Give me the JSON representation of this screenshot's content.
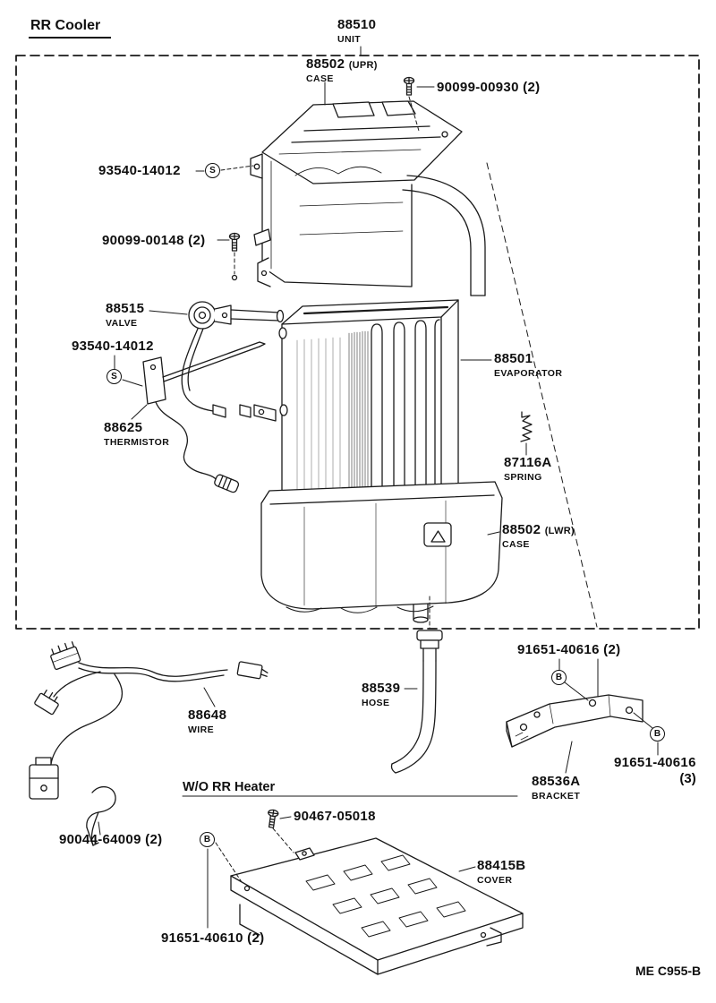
{
  "page": {
    "title": "RR Cooler",
    "heater_heading": "W/O RR Heater",
    "doc_code": "ME C955-B"
  },
  "parts": {
    "unit": {
      "num": "88510",
      "name": "UNIT"
    },
    "case_upper": {
      "num": "88502",
      "qualifier": "(UPR)",
      "name": "CASE"
    },
    "screw_case_top": {
      "num": "90099-00930 (2)"
    },
    "clip_case": {
      "num": "93540-14012",
      "symbol": "S"
    },
    "screw_case_side": {
      "num": "90099-00148 (2)"
    },
    "valve": {
      "num": "88515",
      "name": "VALVE"
    },
    "clip_valve": {
      "num": "93540-14012",
      "symbol": "S"
    },
    "thermistor": {
      "num": "88625",
      "name": "THERMISTOR"
    },
    "evaporator": {
      "num": "88501",
      "name": "EVAPORATOR"
    },
    "spring": {
      "num": "87116A",
      "name": "SPRING"
    },
    "case_lower": {
      "num": "88502",
      "qualifier": "(LWR)",
      "name": "CASE"
    },
    "bolt_bracket_a": {
      "num": "91651-40616 (2)",
      "symbol": "B"
    },
    "hose": {
      "num": "88539",
      "name": "HOSE"
    },
    "wire": {
      "num": "88648",
      "name": "WIRE"
    },
    "bolt_bracket_b": {
      "num": "91651-40616",
      "qty": "(3)",
      "symbol": "B"
    },
    "bracket": {
      "num": "88536A",
      "name": "BRACKET"
    },
    "screw_cover": {
      "num": "90467-05018"
    },
    "clamp": {
      "num": "90044-64009 (2)"
    },
    "cover": {
      "num": "88415B",
      "name": "COVER"
    },
    "bolt_cover": {
      "num": "91651-40610 (2)",
      "symbol": "B"
    }
  }
}
